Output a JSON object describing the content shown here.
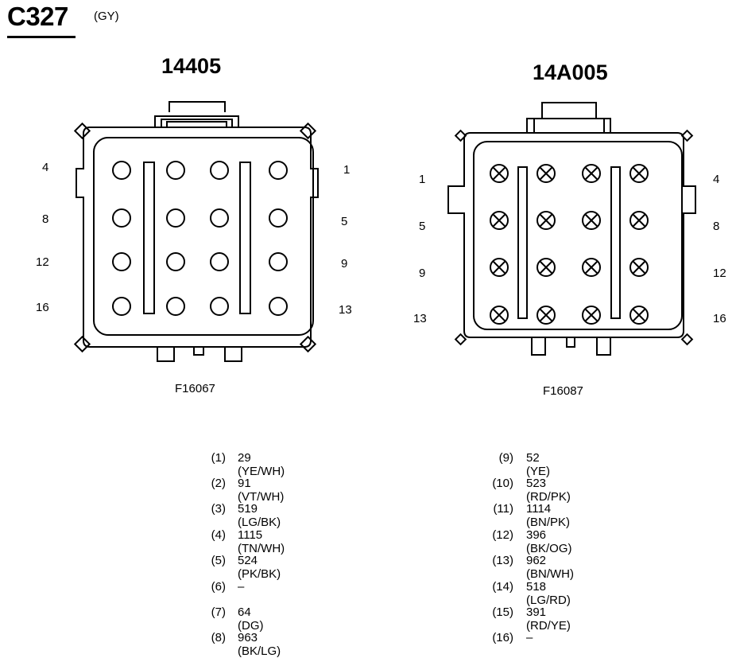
{
  "connector": {
    "id": "C327",
    "color": "(GY)"
  },
  "left": {
    "part_number": "14405",
    "figure": "F16067",
    "pin_labels": {
      "left_side": [
        "4",
        "8",
        "12",
        "16"
      ],
      "right_side": [
        "1",
        "5",
        "9",
        "13"
      ]
    }
  },
  "right": {
    "part_number": "14A005",
    "figure": "F16087",
    "pin_labels": {
      "left_side": [
        "1",
        "5",
        "9",
        "13"
      ],
      "right_side": [
        "4",
        "8",
        "12",
        "16"
      ]
    }
  },
  "pinout": [
    {
      "pin": "(1)",
      "circuit": "29 (YE/WH)"
    },
    {
      "pin": "(2)",
      "circuit": "91 (VT/WH)"
    },
    {
      "pin": "(3)",
      "circuit": "519 (LG/BK)"
    },
    {
      "pin": "(4)",
      "circuit": "1115 (TN/WH)"
    },
    {
      "pin": "(5)",
      "circuit": "524 (PK/BK)"
    },
    {
      "pin": "(6)",
      "circuit": "–"
    },
    {
      "pin": "(7)",
      "circuit": "64 (DG)"
    },
    {
      "pin": "(8)",
      "circuit": "963 (BK/LG)"
    },
    {
      "pin": "(9)",
      "circuit": "52 (YE)"
    },
    {
      "pin": "(10)",
      "circuit": "523 (RD/PK)"
    },
    {
      "pin": "(11)",
      "circuit": "1114 (BN/PK)"
    },
    {
      "pin": "(12)",
      "circuit": "396 (BK/OG)"
    },
    {
      "pin": "(13)",
      "circuit": "962 (BN/WH)"
    },
    {
      "pin": "(14)",
      "circuit": "518 (LG/RD)"
    },
    {
      "pin": "(15)",
      "circuit": "391 (RD/YE)"
    },
    {
      "pin": "(16)",
      "circuit": "–"
    }
  ]
}
